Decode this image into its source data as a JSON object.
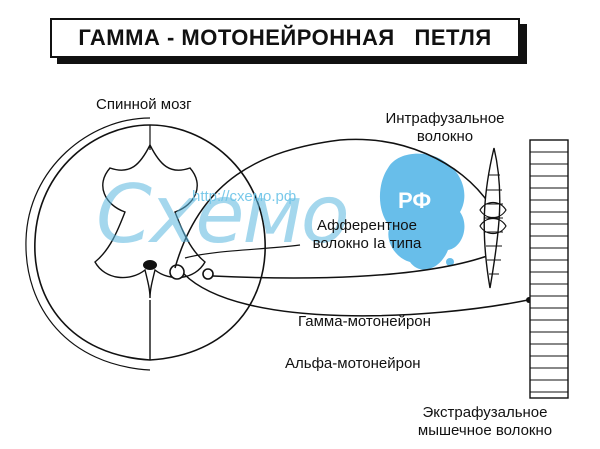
{
  "title": "ГАММА - МОТОНЕЙРОННАЯ   ПЕТЛЯ",
  "labels": {
    "spinal_cord": "Спинной мозг",
    "intrafusal_line1": "Интрафузальное",
    "intrafusal_line2": "волокно",
    "afferent_line1": "Афферентное",
    "afferent_line2": "волокно Ia типа",
    "gamma": "Гамма-мотонейрон",
    "alpha": "Альфа-мотонейрон",
    "extrafusal_line1": "Экстрафузальное",
    "extrafusal_line2": "мышечное волокно"
  },
  "watermark": {
    "url": "http://схемо.рф",
    "word": "Схемо",
    "badge": "РФ",
    "color": "#4db3e6"
  }
}
